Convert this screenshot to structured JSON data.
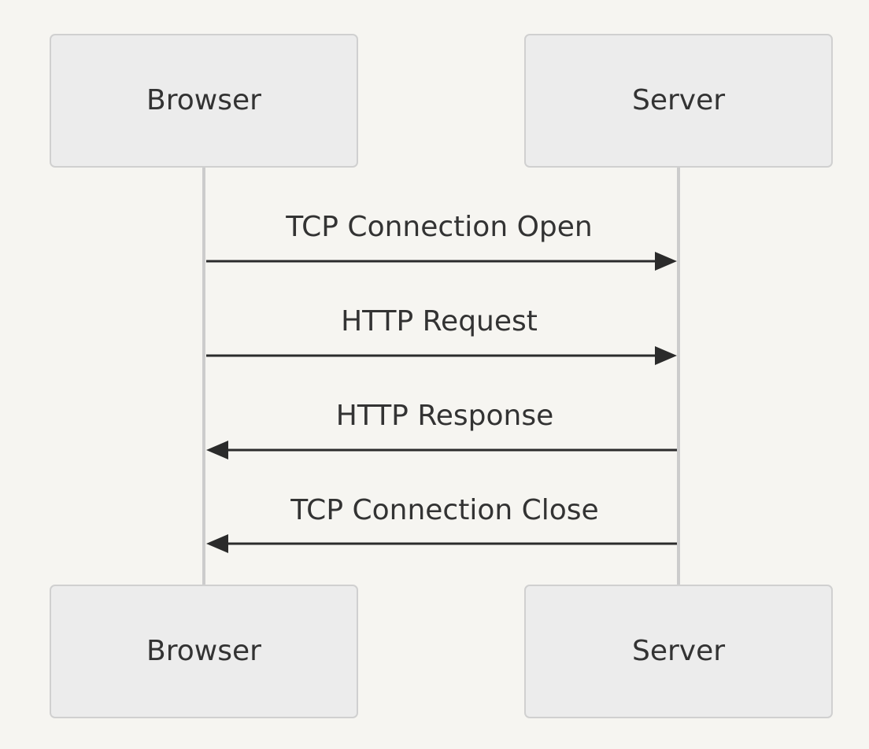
{
  "participants": [
    {
      "id": "browser",
      "label": "Browser"
    },
    {
      "id": "server",
      "label": "Server"
    }
  ],
  "messages": [
    {
      "from": "browser",
      "to": "server",
      "label": "TCP Connection Open"
    },
    {
      "from": "browser",
      "to": "server",
      "label": "HTTP Request"
    },
    {
      "from": "server",
      "to": "browser",
      "label": "HTTP Response"
    },
    {
      "from": "server",
      "to": "browser",
      "label": "TCP Connection Close"
    }
  ]
}
